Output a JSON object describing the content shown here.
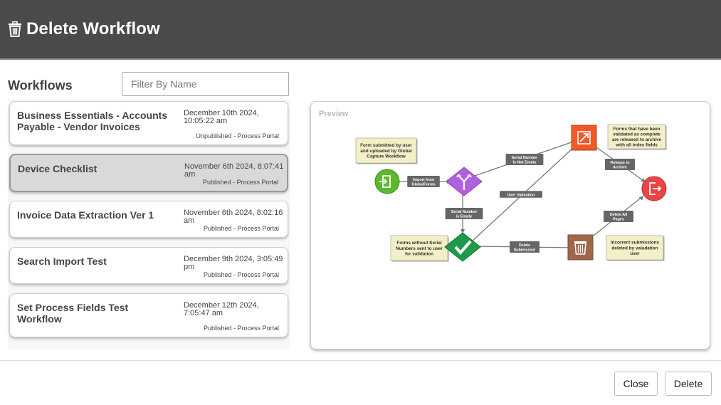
{
  "header": {
    "title": "Delete Workflow",
    "icon": "trash-icon"
  },
  "workflows": {
    "heading": "Workflows",
    "filter_placeholder": "Filter By Name",
    "items": [
      {
        "name": "Business Essentials - Accounts Payable - Vendor Invoices",
        "date": "December 10th 2024, 10:05:22 am",
        "status": "Unpublished - Process Portal"
      },
      {
        "name": "Device Checklist",
        "date": "November 6th 2024, 8:07:41 am",
        "status": "Published - Process Portal"
      },
      {
        "name": "Invoice Data Extraction Ver 1",
        "date": "November 6th 2024, 8:02:16 am",
        "status": "Published - Process Portal"
      },
      {
        "name": "Search Import Test",
        "date": "December 9th 2024, 3:05:49 pm",
        "status": "Published - Process Portal"
      },
      {
        "name": "Set Process Fields Test Workflow",
        "date": "December 12th 2024, 7:05:47 am",
        "status": "Published - Process Portal"
      }
    ]
  },
  "preview": {
    "label": "Preview",
    "notes": {
      "submitted": [
        "Form submitted by user",
        "and uploaded by Global",
        "Capture Workflow"
      ],
      "released": [
        "Forms that have been",
        "validated as complete",
        "are released to archive",
        "with all index fields"
      ],
      "without_serial": [
        "Forms without Serial",
        "Numbers sent to user",
        "for validation"
      ],
      "incorrect": [
        "Incorrect submissions",
        "deleted by valadation",
        "user"
      ]
    },
    "edges": {
      "import": [
        "Import from",
        "GlobalForms"
      ],
      "not_empty": [
        "Serial Number",
        "Is Not Empty"
      ],
      "is_empty": [
        "Serial Number",
        "is Empty"
      ],
      "user_validation": [
        "User Validation"
      ],
      "release": [
        "Release to",
        "Archive"
      ],
      "delete_all": [
        "Delete All",
        "Pages"
      ],
      "delete_submission": [
        "Delete",
        "Submission"
      ]
    },
    "colors": {
      "start": "#5cb82e",
      "decision": "#b060e0",
      "validate": "#1e9a4a",
      "release": "#f05a28",
      "trash": "#a0674a",
      "end": "#e84545",
      "note": "#f4efc7"
    }
  },
  "footer": {
    "close_label": "Close",
    "delete_label": "Delete"
  }
}
